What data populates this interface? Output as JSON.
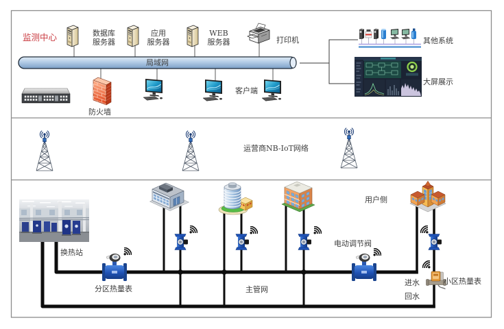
{
  "monitoring_center": {
    "title": "监测中心",
    "lan": {
      "label": "局域网",
      "icon": "lan-bus-icon"
    },
    "servers": [
      {
        "icon": "server-icon",
        "label_lines": [
          "数据库",
          "服务器"
        ]
      },
      {
        "icon": "server-icon",
        "label_lines": [
          "应用",
          "服务器"
        ]
      },
      {
        "icon": "server-icon",
        "label_lines": [
          "WEB",
          "服务器"
        ]
      }
    ],
    "printer": {
      "icon": "printer-icon",
      "label": "打印机"
    },
    "network_switch": {
      "icon": "network-switch-icon"
    },
    "firewall": {
      "icon": "firewall-icon",
      "label": "防火墙"
    },
    "clients": {
      "label": "客户端",
      "items": [
        {
          "icon": "desktop-computer-icon"
        },
        {
          "icon": "desktop-computer-icon"
        },
        {
          "icon": "desktop-computer-icon"
        }
      ]
    },
    "other_systems": {
      "icon": "other-systems-icon",
      "label": "其他系统"
    },
    "big_screen": {
      "icon": "dashboard-screen-icon",
      "label": "大屏展示"
    }
  },
  "carrier_network": {
    "label": "运营商NB-IoT网络",
    "towers": [
      {
        "icon": "cell-tower-icon"
      },
      {
        "icon": "cell-tower-icon"
      },
      {
        "icon": "cell-tower-icon"
      }
    ]
  },
  "field_network": {
    "heat_exchange_station": {
      "icon": "heat-exchange-station-photo",
      "label": "换热站"
    },
    "zone_heat_meter": {
      "icon": "flow-meter-icon",
      "signal_icon": "wireless-signal-icon",
      "label": "分区热量表"
    },
    "main_pipe_network": {
      "label": "主管网"
    },
    "electric_control_valve": {
      "icon": "flow-meter-icon",
      "signal_icon": "wireless-signal-icon",
      "label": "电动调节阀"
    },
    "user_side": {
      "label": "用户侧"
    },
    "supply_water": {
      "label": "进水"
    },
    "return_water": {
      "label": "回水"
    },
    "community_heat_meter": {
      "icon": "heat-meter-icon",
      "signal_icon": "wireless-signal-icon",
      "label": "小区热量表"
    },
    "buildings": [
      {
        "icon": "office-building-icon"
      },
      {
        "icon": "round-tower-building-icon"
      },
      {
        "icon": "apartment-building-icon"
      },
      {
        "icon": "residential-complex-icon"
      }
    ],
    "building_meters": [
      {
        "icon": "water-meter-icon",
        "signal_icon": "wireless-signal-icon"
      },
      {
        "icon": "water-meter-icon",
        "signal_icon": "wireless-signal-icon"
      },
      {
        "icon": "water-meter-icon",
        "signal_icon": "wireless-signal-icon"
      },
      {
        "icon": "water-meter-icon",
        "signal_icon": "wireless-signal-icon"
      }
    ]
  },
  "colors": {
    "section_title": "#c93a40",
    "label_text": "#3c3c3c",
    "frame": "#8c8c8c",
    "lan_bus": "#b3cce6",
    "water_pipe": "#0d0d0d",
    "meter_blue": "#1f52b5"
  }
}
